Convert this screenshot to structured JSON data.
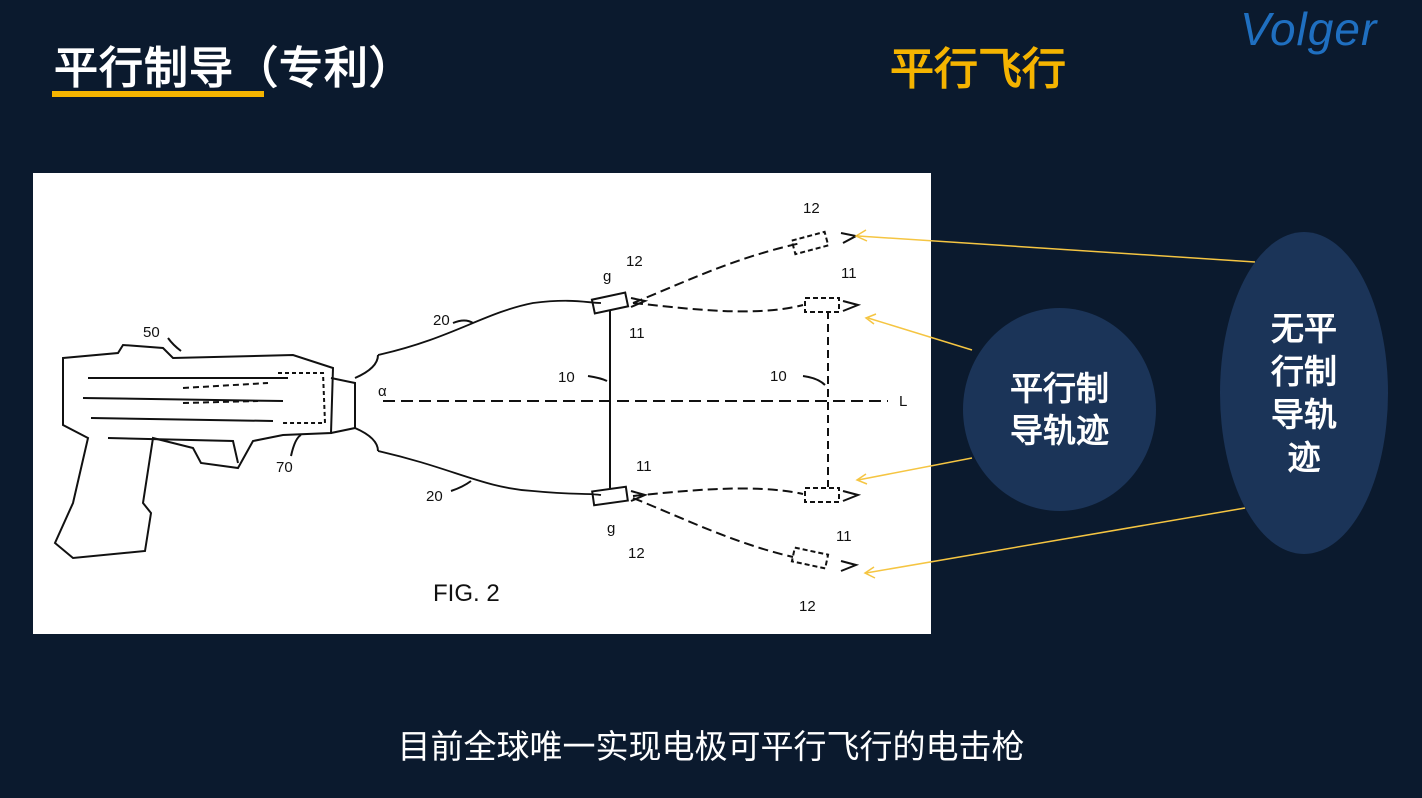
{
  "header": {
    "title": "平行制导（专利）",
    "subtitle": "平行飞行",
    "logo": "Volger"
  },
  "figure": {
    "caption": "FIG. 2",
    "labels": {
      "l50": "50",
      "l70": "70",
      "l20_top": "20",
      "l20_bottom": "20",
      "l10_left": "10",
      "l10_right": "10",
      "l12_top": "12",
      "l12_upper": "12",
      "l12_lower": "12",
      "l12_bottom": "12",
      "l11_a": "11",
      "l11_b": "11",
      "l11_c": "11",
      "l11_d": "11",
      "lg_top": "g",
      "lg_bottom": "g",
      "alpha": "α",
      "axis": "L"
    }
  },
  "bubbles": {
    "with_parallel": [
      "平行制",
      "导轨迹"
    ],
    "without_parallel": [
      "无平",
      "行制",
      "导轨",
      "迹"
    ]
  },
  "caption": "目前全球唯一实现电极可平行飞行的电击枪",
  "colors": {
    "background": "#0b1a2e",
    "accent": "#f5b400",
    "bubble": "#1b3458",
    "logo": "#1f6fc0"
  }
}
